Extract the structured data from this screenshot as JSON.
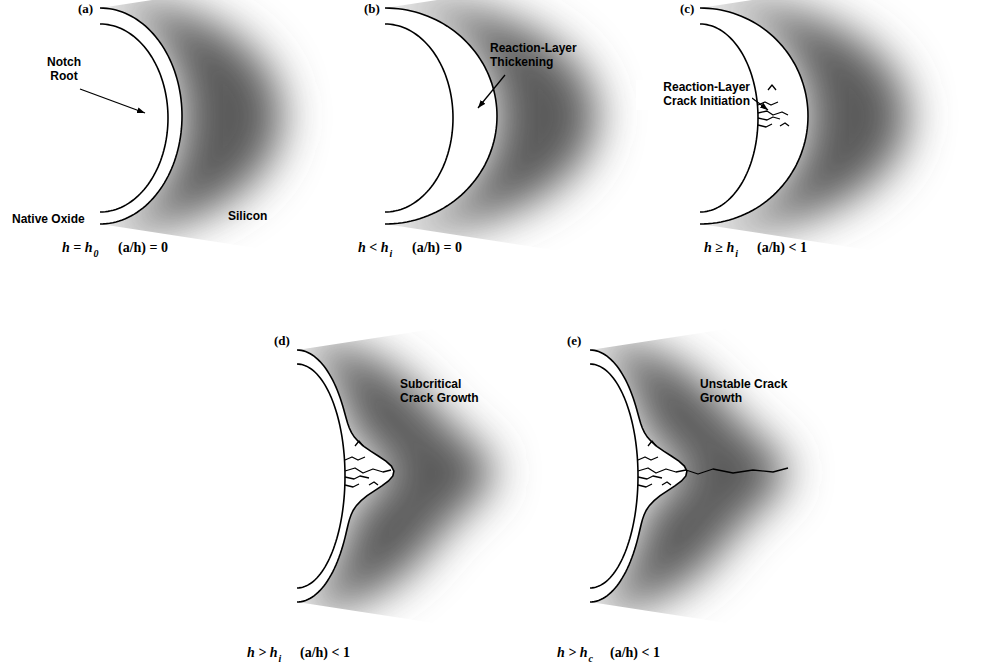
{
  "diagram": {
    "labels": [
      "(a)",
      "Notch Root",
      "Native Oxide",
      "Silicon",
      "h = h",
      "0",
      "(a/h) = 0",
      "(b)",
      "Reaction-Layer Thickening",
      "h < h",
      "i",
      "(a/h) = 0",
      "(c)",
      "Reaction-Layer Crack Initiation",
      "h ≥ h",
      "i",
      "(a/h) < 1",
      "(d)",
      "Subcritical Crack Growth",
      "h > h",
      "i",
      "(a/h) < 1",
      "(e)",
      "Unstable Crack Growth",
      "h > h",
      "c",
      "(a/h) < 1"
    ]
  }
}
